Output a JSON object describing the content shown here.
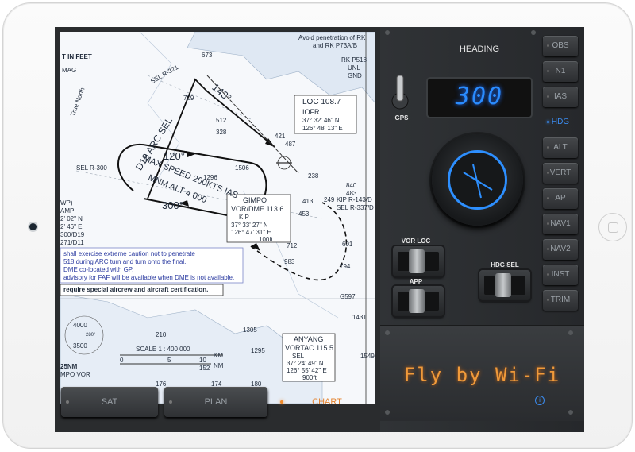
{
  "chart": {
    "top_left": [
      "T IN FEET",
      "MAG"
    ],
    "true_north": "True North",
    "sel_r321": "SEL R-321",
    "sel_r300": "SEL R-300",
    "arc": "D19 ARC SEL",
    "course_143": "143°",
    "course_120": "120°",
    "course_300": "300°",
    "speed_note": [
      "MAX SPEED 200KTS IAS",
      "MNM ALT 4 000"
    ],
    "loc_box": [
      "LOC 108.7",
      "IOFR",
      "37° 32' 46\" N",
      "126° 48' 13\" E"
    ],
    "gimpo_box": [
      "GIMPO",
      "VOR/DME 113.6",
      "KIP",
      "37° 33' 27\" N",
      "126° 47' 31\" E",
      "100ft"
    ],
    "anyang_box": [
      "ANYANG",
      "VORTAC 115.5",
      "SEL",
      "37° 24' 49\" N",
      "126° 55' 42\" E",
      "900ft"
    ],
    "warning_lines": [
      "shall exercise extreme caution not to penetrate",
      "518 during ARC turn and turn onto the final.",
      "DME co-located with GP.",
      "advisory for FAF will be available when DME is not available."
    ],
    "certification": "require special aircrew and aircraft certification.",
    "g597": "G597",
    "scale": "SCALE 1 : 400 000",
    "scale_ticks": [
      "0",
      "5",
      "10",
      "KM",
      "NM"
    ],
    "top_right": [
      "Avoid penetration of RK",
      "and RK P73A/B",
      "RK P518",
      "UNL",
      "GND"
    ],
    "kip_r": [
      "KIP R-143/D",
      "SEL R-337/D"
    ],
    "spot_heights": [
      "673",
      "709",
      "512",
      "328",
      "421",
      "487",
      "1506",
      "238",
      "840",
      "483",
      "1296",
      "413",
      "249",
      "453",
      "601",
      "712",
      "983",
      "794",
      "1549",
      "1431",
      "210",
      "1295",
      "1305",
      "176",
      "174",
      "180",
      "152"
    ],
    "bottom_left": [
      "4000",
      "3500",
      "280°",
      "25NM",
      "MPO VOR",
      "WP)",
      "AMP",
      "2' 02\" N",
      "2' 46\" E",
      "300/D19",
      "271/D11"
    ]
  },
  "tabs": [
    {
      "label": "SAT"
    },
    {
      "label": "PLAN"
    },
    {
      "label": "CHART"
    }
  ],
  "panel": {
    "heading_label": "HEADING",
    "heading_value": "300",
    "gps_label": "GPS",
    "vor_loc_label": "VOR LOC",
    "app_label": "APP",
    "hdg_sel_label": "HDG SEL",
    "side_buttons": [
      "OBS",
      "N1",
      "IAS",
      "HDG",
      "ALT",
      "VERT",
      "AP",
      "NAV1",
      "NAV2",
      "INST",
      "TRIM"
    ],
    "brand": "Fly by Wi-Fi",
    "info_icon": "i"
  }
}
